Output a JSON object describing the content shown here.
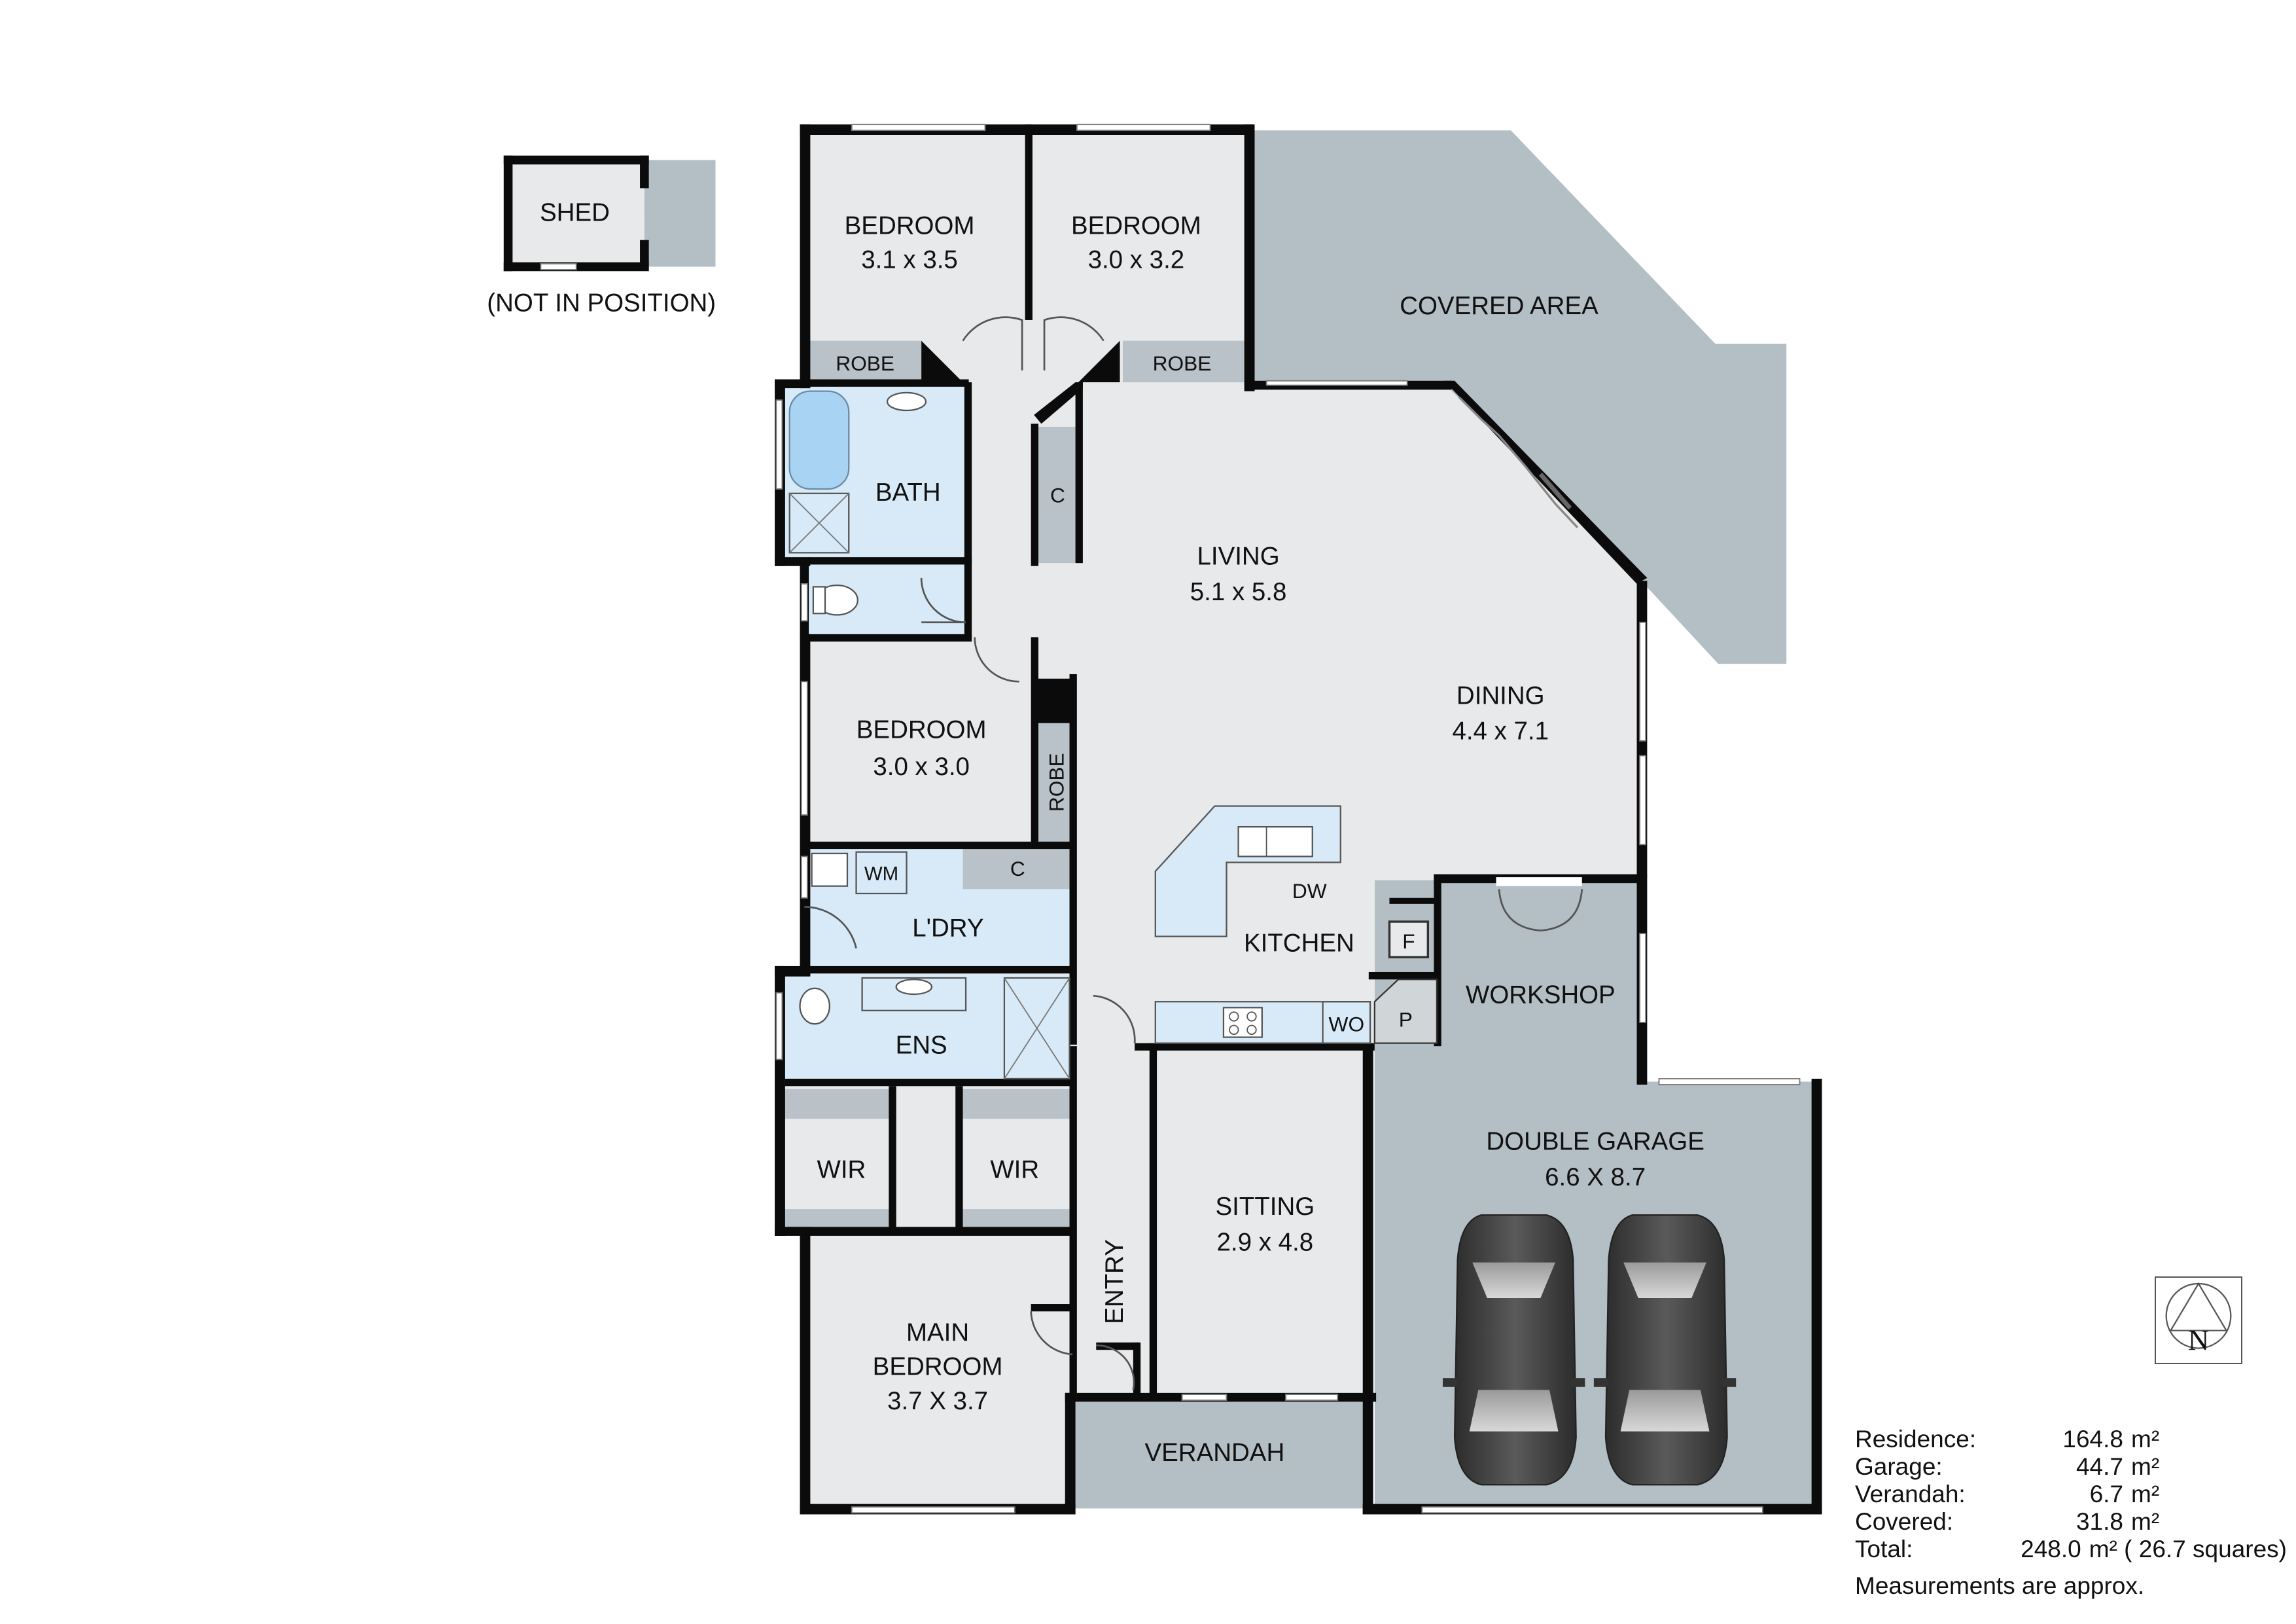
{
  "colors": {
    "floor": "#e8e9ea",
    "wet": "#d8eaf8",
    "outdoor": "#b3bec5",
    "robe": "#b8c2c8",
    "wall": "#0b0b0b"
  },
  "shed": {
    "label": "SHED",
    "note": "(NOT IN POSITION)"
  },
  "rooms": {
    "bed1": {
      "name": "BEDROOM",
      "size": "3.1 x 3.5"
    },
    "bed2": {
      "name": "BEDROOM",
      "size": "3.0 x 3.2"
    },
    "bed3": {
      "name": "BEDROOM",
      "size": "3.0 x 3.0"
    },
    "covered": {
      "name": "COVERED AREA"
    },
    "living": {
      "name": "LIVING",
      "size": "5.1 x 5.8"
    },
    "dining": {
      "name": "DINING",
      "size": "4.4 x 7.1"
    },
    "bath": {
      "name": "BATH"
    },
    "laundry": {
      "name": "L'DRY"
    },
    "ensuite": {
      "name": "ENS"
    },
    "kitchen": {
      "name": "KITCHEN"
    },
    "workshop": {
      "name": "WORKSHOP"
    },
    "garage": {
      "name": "DOUBLE GARAGE",
      "size": "6.6 X 8.7"
    },
    "sitting": {
      "name": "SITTING",
      "size": "2.9 x 4.8"
    },
    "entry": {
      "name": "ENTRY"
    },
    "main_bed": {
      "name_line1": "MAIN",
      "name_line2": "BEDROOM",
      "size": "3.7 X 3.7"
    },
    "verandah": {
      "name": "VERANDAH"
    }
  },
  "fixtures": {
    "robe": "ROBE",
    "cupboard": "C",
    "wm": "WM",
    "dw": "DW",
    "wo": "WO",
    "fridge": "F",
    "pantry": "P",
    "wir": "WIR"
  },
  "compass": {
    "letter": "N"
  },
  "areas": [
    {
      "label": "Residence:",
      "value": "164.8",
      "unit": "m²"
    },
    {
      "label": "Garage:",
      "value": "44.7",
      "unit": "m²"
    },
    {
      "label": "Verandah:",
      "value": "6.7",
      "unit": "m²"
    },
    {
      "label": "Covered:",
      "value": "31.8",
      "unit": "m²"
    },
    {
      "label": "Total:",
      "value": "248.0",
      "unit": "m² ( 26.7 squares)"
    }
  ],
  "note": "Measurements are approx."
}
